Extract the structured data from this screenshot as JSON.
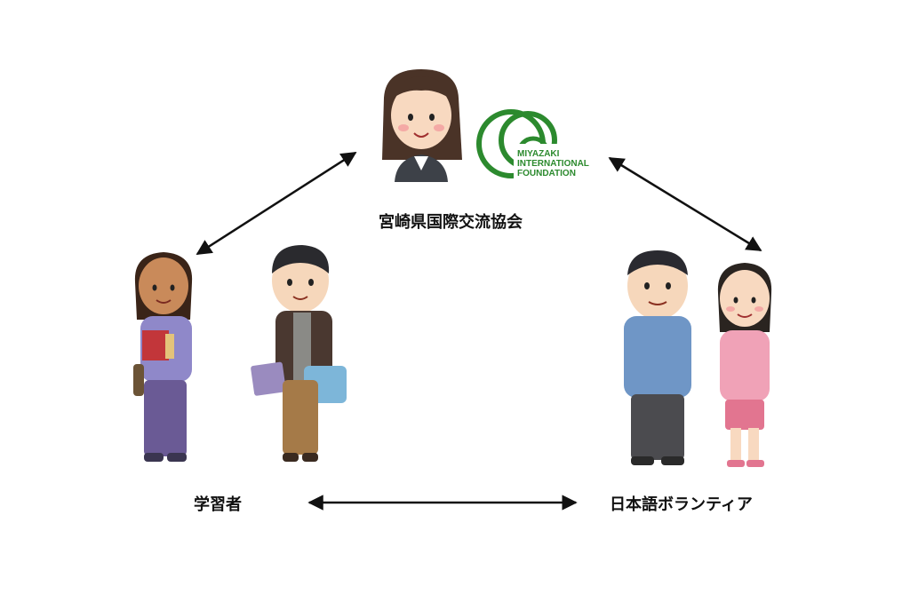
{
  "center": {
    "label": "宮崎県国際交流協会"
  },
  "left": {
    "label": "学習者"
  },
  "right": {
    "label": "日本語ボランティア"
  },
  "logo": {
    "lines": [
      "MIYAZAKI",
      "INTERNATIONAL",
      "FOUNDATION"
    ],
    "color": "#2c8a2e"
  },
  "connections": [
    {
      "from": "center",
      "to": "left",
      "bidirectional": true
    },
    {
      "from": "center",
      "to": "right",
      "bidirectional": true
    },
    {
      "from": "left",
      "to": "right",
      "bidirectional": true
    }
  ]
}
